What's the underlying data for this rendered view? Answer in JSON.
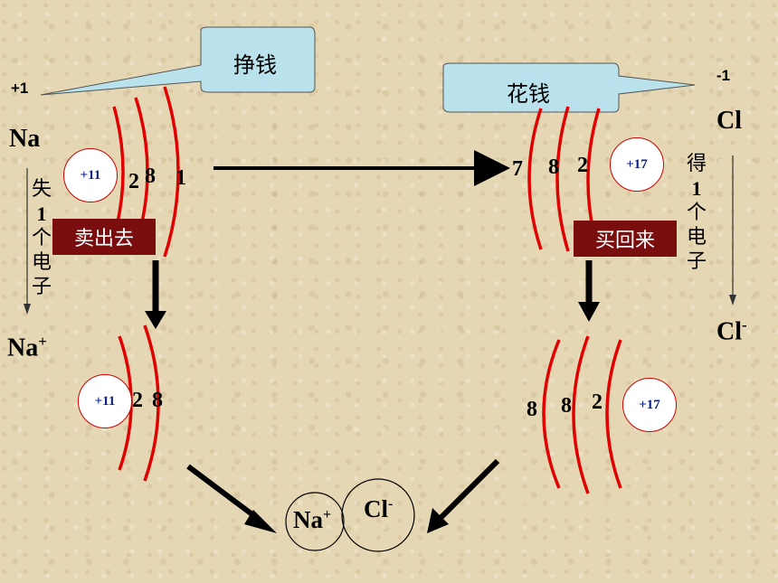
{
  "na_callout": "挣钱",
  "cl_callout": "花钱",
  "na_charge": "+1",
  "cl_charge": "-1",
  "na_atom": "Na",
  "cl_atom": "Cl",
  "na_ion": "Na",
  "na_ion_sup": "+",
  "cl_ion": "Cl",
  "cl_ion_sup": "-",
  "na_nucleus": "+11",
  "cl_nucleus": "+17",
  "na_shells": [
    "2",
    "8",
    "1"
  ],
  "cl_shells": [
    "7",
    "8",
    "2"
  ],
  "na_ion_shells": [
    "2",
    "8"
  ],
  "cl_ion_shells": [
    "8",
    "8",
    "2"
  ],
  "lose_text": [
    "失",
    "1",
    "个",
    "电",
    "子"
  ],
  "gain_text": [
    "得",
    "1",
    "个",
    "电",
    "子"
  ],
  "sell_tag": "卖出去",
  "buy_tag": "买回来",
  "product_na": "Na",
  "product_na_sup": "+",
  "product_cl": "Cl",
  "product_cl_sup": "-",
  "colors": {
    "shell": "#e00000",
    "callout_fill": "#b9e2ec",
    "tag_fill": "#7a0e0e",
    "nucleus_text": "#0a1e8c"
  }
}
